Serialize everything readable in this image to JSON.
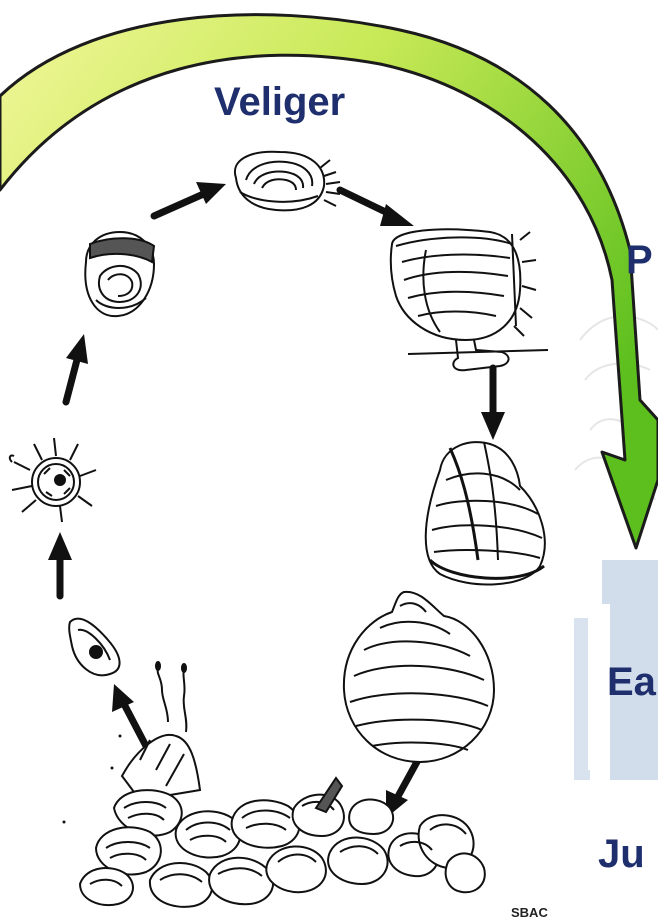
{
  "labels": {
    "veliger": "Veliger",
    "p": "P",
    "ea": "Ea",
    "ju": "Ju",
    "sbac": "SBAC"
  },
  "colors": {
    "label_text": "#1f2f6e",
    "arrow_light": "#f2f79a",
    "arrow_dark": "#63c21f",
    "sketch": "#111111",
    "side_panel": "#c9d7e8"
  }
}
